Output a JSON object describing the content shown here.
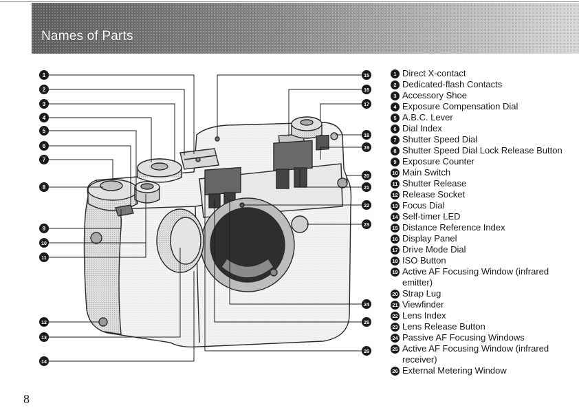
{
  "header": {
    "title": "Names of Parts"
  },
  "page_number": "8",
  "parts": [
    {
      "num": "1",
      "name": "Direct X-contact"
    },
    {
      "num": "2",
      "name": "Dedicated-flash Contacts"
    },
    {
      "num": "3",
      "name": "Accessory Shoe"
    },
    {
      "num": "4",
      "name": "Exposure Compensation Dial"
    },
    {
      "num": "5",
      "name": "A.B.C. Lever"
    },
    {
      "num": "6",
      "name": "Dial Index"
    },
    {
      "num": "7",
      "name": "Shutter Speed Dial"
    },
    {
      "num": "8",
      "name": "Shutter Speed Dial Lock Release Button"
    },
    {
      "num": "9",
      "name": "Exposure Counter"
    },
    {
      "num": "10",
      "name": "Main Switch"
    },
    {
      "num": "11",
      "name": "Shutter Release"
    },
    {
      "num": "12",
      "name": "Release Socket"
    },
    {
      "num": "13",
      "name": "Focus Dial"
    },
    {
      "num": "14",
      "name": "Self-timer LED"
    },
    {
      "num": "15",
      "name": "Distance Reference Index"
    },
    {
      "num": "16",
      "name": "Display Panel"
    },
    {
      "num": "17",
      "name": "Drive Mode Dial"
    },
    {
      "num": "18",
      "name": "ISO Button"
    },
    {
      "num": "19",
      "name": "Active AF Focusing Window (infrared emitter)"
    },
    {
      "num": "20",
      "name": "Strap Lug"
    },
    {
      "num": "21",
      "name": "Viewfinder"
    },
    {
      "num": "22",
      "name": "Lens Index"
    },
    {
      "num": "23",
      "name": "Lens Release Button"
    },
    {
      "num": "24",
      "name": "Passive AF Focusing Windows"
    },
    {
      "num": "25",
      "name": "Active AF Focusing Window (infrared receiver)"
    },
    {
      "num": "26",
      "name": "External Metering Window"
    }
  ]
}
